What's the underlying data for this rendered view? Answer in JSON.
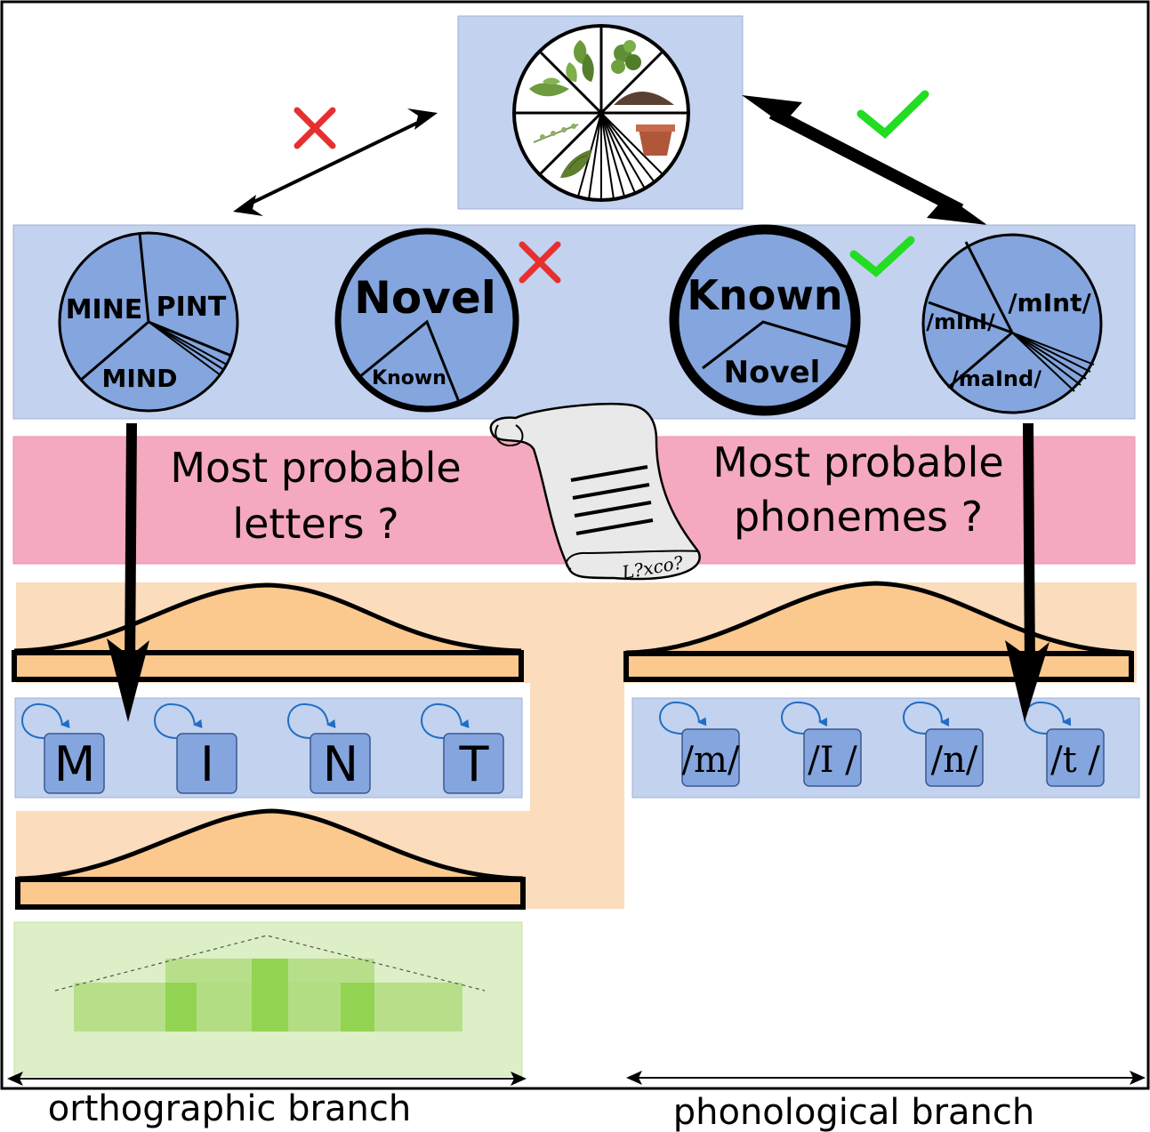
{
  "top_circle_labels": [
    "Bay leaf",
    "Basil",
    "Parsley",
    "Oregano",
    "Thyme",
    "Clay pot"
  ],
  "orthographic_pie": {
    "labels": [
      "MINE",
      "PINT",
      "MIND"
    ]
  },
  "novel_pie": {
    "title": "Novel",
    "inner": "Known"
  },
  "known_pie": {
    "title": "Known",
    "inner": "Novel"
  },
  "phonological_pie": {
    "labels": [
      "/mInt/",
      "/mInI/",
      "/maInd/"
    ]
  },
  "question_left": {
    "line1": "Most probable",
    "line2": "letters ?"
  },
  "question_right": {
    "line1": "Most probable",
    "line2": "phonemes ?"
  },
  "scroll_label": "L?xco?",
  "letters": [
    "M",
    "I",
    "N",
    "T"
  ],
  "phonemes": [
    "/m/",
    "/I /",
    "/n/",
    "/t /"
  ],
  "branch_labels": {
    "orthographic": "orthographic branch",
    "phonological": "phonological branch"
  },
  "colors": {
    "panel_blue": "#c3d2ee",
    "pie_blue": "#84a5dd",
    "pink": "#f5a9be",
    "peach": "#fbdcbd",
    "orange": "#fbc88e",
    "green_bg": "#dcefc6",
    "green_mid": "#b3dd82",
    "green_dark": "#93d352",
    "cross_red": "#e63030",
    "check_green": "#22dd22"
  }
}
